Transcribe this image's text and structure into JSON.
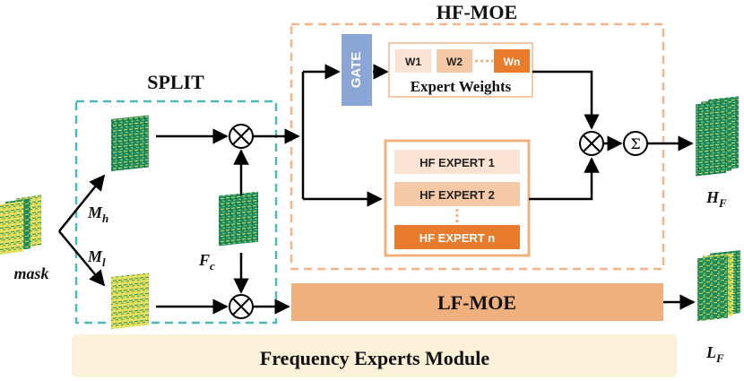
{
  "split": {
    "title": "SPLIT"
  },
  "hf_moe": {
    "title": "HF-MOE",
    "gate_label": "GATE",
    "weights": [
      "W1",
      "W2",
      "Wn"
    ],
    "weights_caption": "Expert Weights",
    "experts": [
      "HF EXPERT 1",
      "HF EXPERT 2",
      "HF EXPERT n"
    ],
    "sum_symbol": "Σ"
  },
  "lf_moe": {
    "title": "LF-MOE"
  },
  "module": {
    "title": "Frequency Experts Module"
  },
  "labels": {
    "mask": "mask",
    "mh_main": "M",
    "mh_sub": "h",
    "ml_main": "M",
    "ml_sub": "l",
    "fc_main": "F",
    "fc_sub": "c",
    "hf_main": "H",
    "hf_sub": "F",
    "lf_main": "L",
    "lf_sub": "F"
  },
  "colors": {
    "split_border": "#4fb8b8",
    "hf_border": "#f2b48a",
    "gate": "#8aa6d6",
    "weight_light": "#fbe3d3",
    "weight_mid": "#f6c9a6",
    "weight_dark": "#e97b2c",
    "expert_light": "#fbe3d3",
    "expert_mid": "#f6c9a6",
    "expert_dark": "#e97b2c",
    "lf_bar": "#f0b07e",
    "module_bg": "#fbf1d8",
    "feature_green": "#1f8a5b",
    "feature_yellow": "#e3dd58"
  }
}
